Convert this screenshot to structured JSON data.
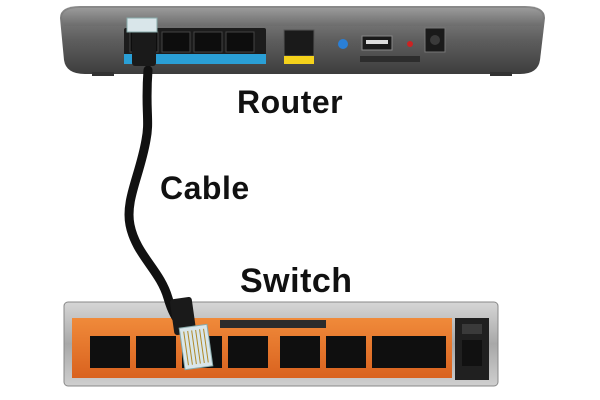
{
  "labels": {
    "router": "Router",
    "cable": "Cable",
    "switch": "Switch"
  },
  "devices": {
    "router": {
      "color": "#6f6f6f",
      "ports": 4,
      "port_panel_color": "#2a9fd6",
      "usb_color": "#1a1a1a",
      "wan_tag_color": "#f5d21b"
    },
    "switch": {
      "color": "#e8742b",
      "ports": 8,
      "body_color": "#b8b8b8"
    },
    "cable": {
      "color": "#111111",
      "connector_color": "#d9e6ea"
    }
  },
  "icons": [
    "router-icon",
    "switch-icon",
    "ethernet-cable-icon"
  ]
}
